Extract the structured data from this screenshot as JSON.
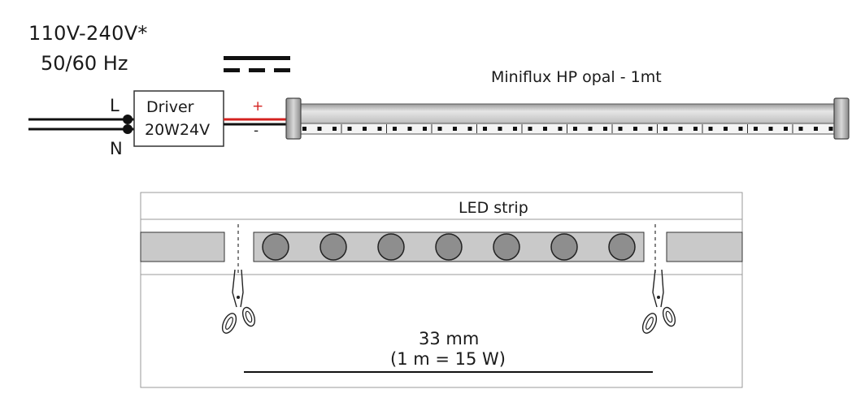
{
  "power": {
    "voltage": "110V-240V*",
    "frequency": "50/60 Hz",
    "line_label": "L",
    "neutral_label": "N"
  },
  "driver": {
    "name": "Driver",
    "model": "20W24V"
  },
  "output": {
    "positive": "+",
    "negative": "-"
  },
  "product": {
    "name": "Miniflux HP opal - 1mt"
  },
  "strip_detail": {
    "title": "LED strip",
    "cut_length": "33 mm",
    "power_ratio": "(1 m = 15 W)",
    "led_count": 7
  },
  "colors": {
    "positive_wire": "#d4221f",
    "profile": "#c8c8c8",
    "segment": "#c9c9c9",
    "led": "#8e8e8e"
  },
  "icons": [
    "dc-symbol-icon",
    "scissors-icon"
  ]
}
